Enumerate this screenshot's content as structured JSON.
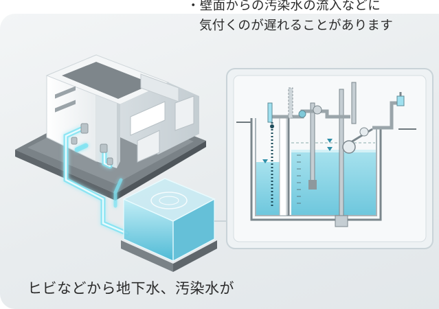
{
  "note": {
    "bullet": "・",
    "line1": "壁面からの汚染水の流入などに",
    "line2": "気付くのが遅れることがあります"
  },
  "caption": "ヒビなどから地下水、汚染水が",
  "colors": {
    "water": "#9fe0ef",
    "water_deep": "#5fc6de",
    "pipe_glow": "#7fe3f2",
    "frame": "#c9d3d8",
    "text": "#2b2b2b"
  },
  "icons": [
    "building-illustration",
    "water-tank-illustration",
    "cross-section-diagram"
  ]
}
